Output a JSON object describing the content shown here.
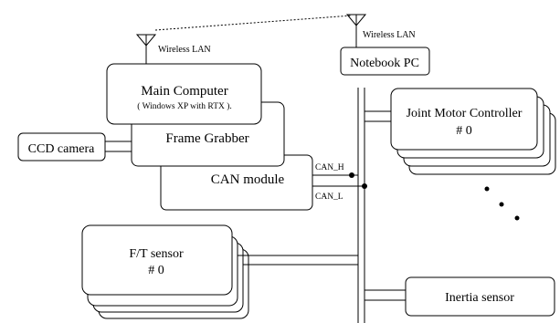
{
  "labels": {
    "wireless_lan_left": "Wireless LAN",
    "wireless_lan_right": "Wireless LAN",
    "notebook_pc": "Notebook PC",
    "main_computer": "Main Computer",
    "main_computer_sub": "( Windows XP with RTX ).",
    "frame_grabber": "Frame Grabber",
    "ccd_camera": "CCD camera",
    "can_module": "CAN module",
    "can_h": "CAN_H",
    "can_l": "CAN_L",
    "joint_motor_controller": "Joint Motor Controller",
    "joint_motor_index": "# 0",
    "ft_sensor": "F/T sensor",
    "ft_sensor_index": "# 0",
    "inertia_sensor": "Inertia sensor"
  }
}
